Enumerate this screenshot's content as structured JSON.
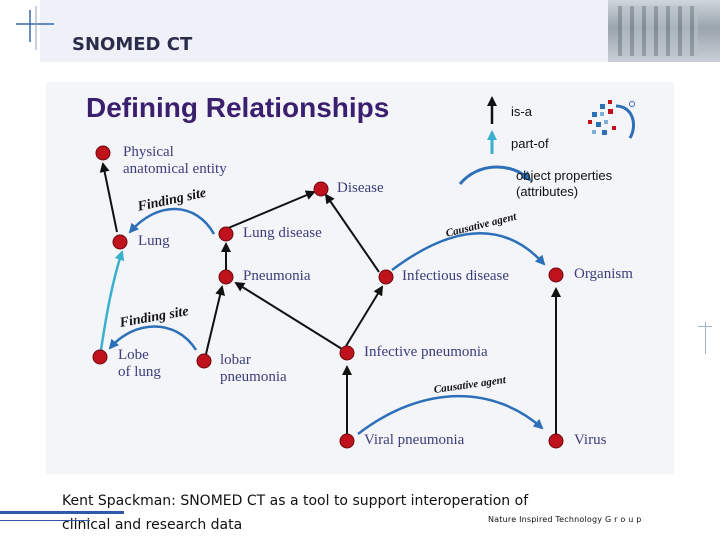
{
  "slide": {
    "title": "SNOMED CT",
    "caption_line1": "Kent Spackman: SNOMED CT as a tool to support interoperation of",
    "caption_line2": "clinical and research data",
    "group_name": "Nature Inspired Technology G r o u p"
  },
  "diagram": {
    "heading": "Defining Relationships",
    "legend": {
      "is_a": "is-a",
      "part_of": "part-of",
      "object_properties": "object properties\n(attributes)"
    },
    "relationship_labels": {
      "finding_site_1": "Finding site",
      "finding_site_2": "Finding site",
      "causative_agent_1": "Causative agent",
      "causative_agent_2": "Causative agent"
    },
    "nodes": {
      "physical_entity": "Physical\nanatomical entity",
      "disease": "Disease",
      "lung": "Lung",
      "lung_disease": "Lung disease",
      "pneumonia": "Pneumonia",
      "infectious_disease": "Infectious disease",
      "organism": "Organism",
      "lobe_of_lung": "Lobe\nof lung",
      "lobar_pneumonia": "lobar\npneumonia",
      "infective_pneumonia": "Infective pneumonia",
      "viral_pneumonia": "Viral pneumonia",
      "virus": "Virus"
    },
    "colors": {
      "node": "#c0121c",
      "is_a_arrow": "#111111",
      "part_of_arrow": "#3ab0cf",
      "property_arrow": "#2d6fb8",
      "heading": "#3a1f6e"
    }
  }
}
